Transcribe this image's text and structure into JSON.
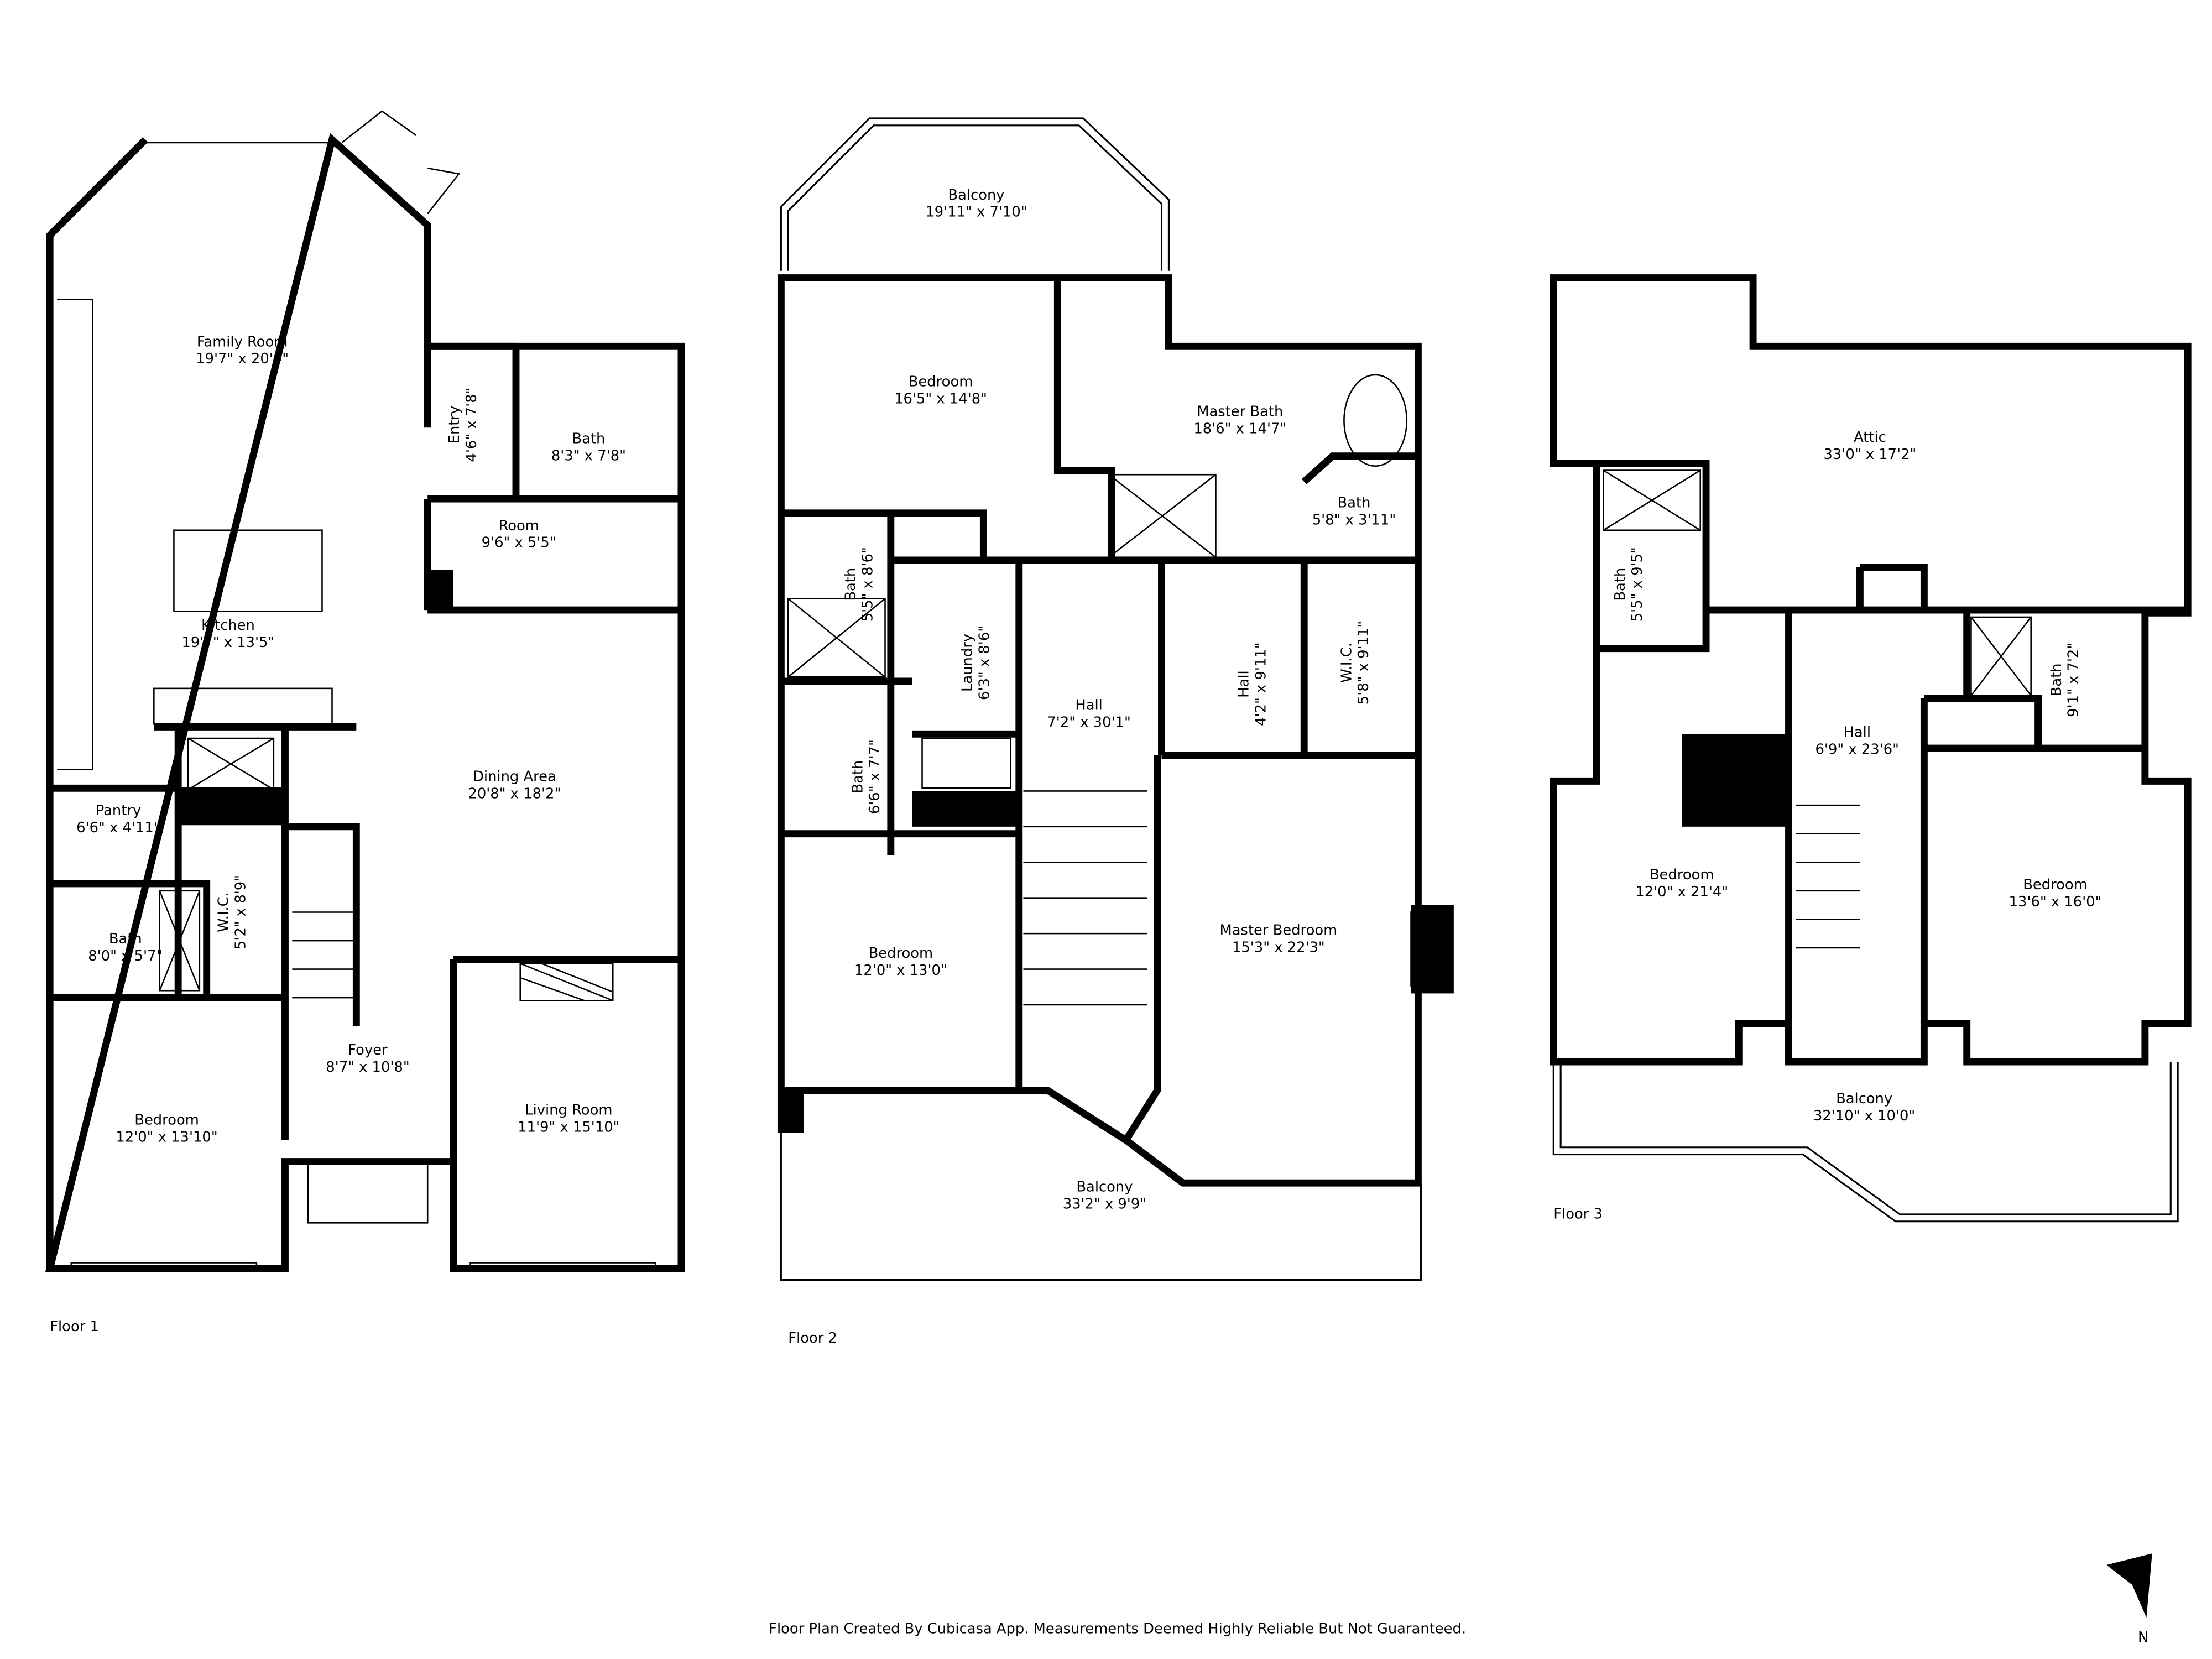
{
  "floors": [
    {
      "label": "Floor 1",
      "rooms": [
        {
          "name": "Family Room",
          "dims": "19'7\" x 20'4\""
        },
        {
          "name": "Entry",
          "dims": "4'6\" x 7'8\""
        },
        {
          "name": "Bath",
          "dims": "8'3\" x 7'8\""
        },
        {
          "name": "Room",
          "dims": "9'6\" x 5'5\""
        },
        {
          "name": "Kitchen",
          "dims": "19'7\" x 13'5\""
        },
        {
          "name": "Dining Area",
          "dims": "20'8\" x 18'2\""
        },
        {
          "name": "Pantry",
          "dims": "6'6\" x 4'11\""
        },
        {
          "name": "W.I.C.",
          "dims": "5'2\" x 8'9\""
        },
        {
          "name": "Bath",
          "dims": "8'0\" x 5'7\""
        },
        {
          "name": "Bedroom",
          "dims": "12'0\" x 13'10\""
        },
        {
          "name": "Foyer",
          "dims": "8'7\" x 10'8\""
        },
        {
          "name": "Living Room",
          "dims": "11'9\" x 15'10\""
        }
      ]
    },
    {
      "label": "Floor 2",
      "rooms": [
        {
          "name": "Balcony",
          "dims": "19'11\" x 7'10\""
        },
        {
          "name": "Bedroom",
          "dims": "16'5\" x 14'8\""
        },
        {
          "name": "Master Bath",
          "dims": "18'6\" x 14'7\""
        },
        {
          "name": "Bath",
          "dims": "5'8\" x 3'11\""
        },
        {
          "name": "Bath",
          "dims": "5'5\" x 8'6\""
        },
        {
          "name": "Laundry",
          "dims": "6'3\" x 8'6\""
        },
        {
          "name": "Hall",
          "dims": "7'2\" x 30'1\""
        },
        {
          "name": "Hall",
          "dims": "4'2\" x 9'11\""
        },
        {
          "name": "W.I.C.",
          "dims": "5'8\" x 9'11\""
        },
        {
          "name": "Bath",
          "dims": "6'6\" x 7'7\""
        },
        {
          "name": "Bedroom",
          "dims": "12'0\" x 13'0\""
        },
        {
          "name": "Master Bedroom",
          "dims": "15'3\" x 22'3\""
        },
        {
          "name": "Balcony",
          "dims": "33'2\" x 9'9\""
        }
      ]
    },
    {
      "label": "Floor 3",
      "rooms": [
        {
          "name": "Attic",
          "dims": "33'0\" x 17'2\""
        },
        {
          "name": "Bath",
          "dims": "5'5\" x 9'5\""
        },
        {
          "name": "Bath",
          "dims": "9'1\" x 7'2\""
        },
        {
          "name": "Hall",
          "dims": "6'9\" x 23'6\""
        },
        {
          "name": "Bedroom",
          "dims": "12'0\" x 21'4\""
        },
        {
          "name": "Bedroom",
          "dims": "13'6\" x 16'0\""
        },
        {
          "name": "Balcony",
          "dims": "32'10\" x 10'0\""
        }
      ]
    }
  ],
  "compass": {
    "label": "N",
    "icon": "north-arrow-icon"
  },
  "footer": "Floor Plan Created By Cubicasa App. Measurements Deemed Highly Reliable But Not Guaranteed."
}
